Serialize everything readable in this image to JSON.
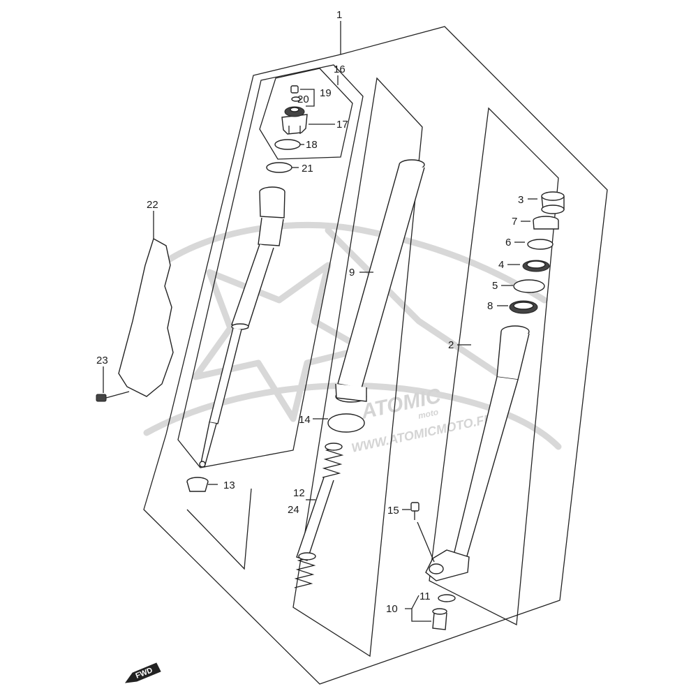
{
  "diagram": {
    "callouts": [
      "1",
      "2",
      "3",
      "4",
      "5",
      "6",
      "7",
      "8",
      "9",
      "10",
      "11",
      "12",
      "13",
      "14",
      "15",
      "16",
      "17",
      "18",
      "19",
      "20",
      "21",
      "22",
      "23",
      "24"
    ],
    "fwd_label": "FWD",
    "watermark": {
      "brand": "ATOMIC",
      "sub": "moto",
      "url": "WWW.ATOMICMOTO.FR"
    }
  }
}
